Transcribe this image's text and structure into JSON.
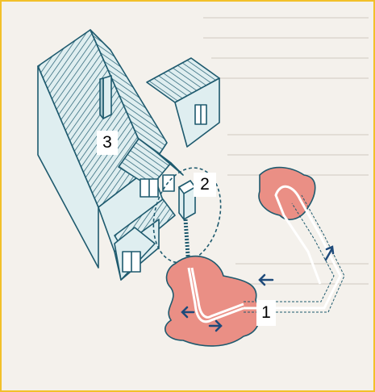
{
  "labels": {
    "heat_source_field": "1",
    "heat_pump": "2",
    "house": "3"
  },
  "colors": {
    "frame_border": "#f2c02a",
    "background": "#f4f1ec",
    "house_roof": "#dfeef0",
    "house_line": "#1e5a6e",
    "ground_pink": "#ea8f85",
    "arrow": "#1e4a7a",
    "label_bg": "#ffffff",
    "label_text": "#000000"
  },
  "icons": [
    "flow-arrow-icon"
  ]
}
